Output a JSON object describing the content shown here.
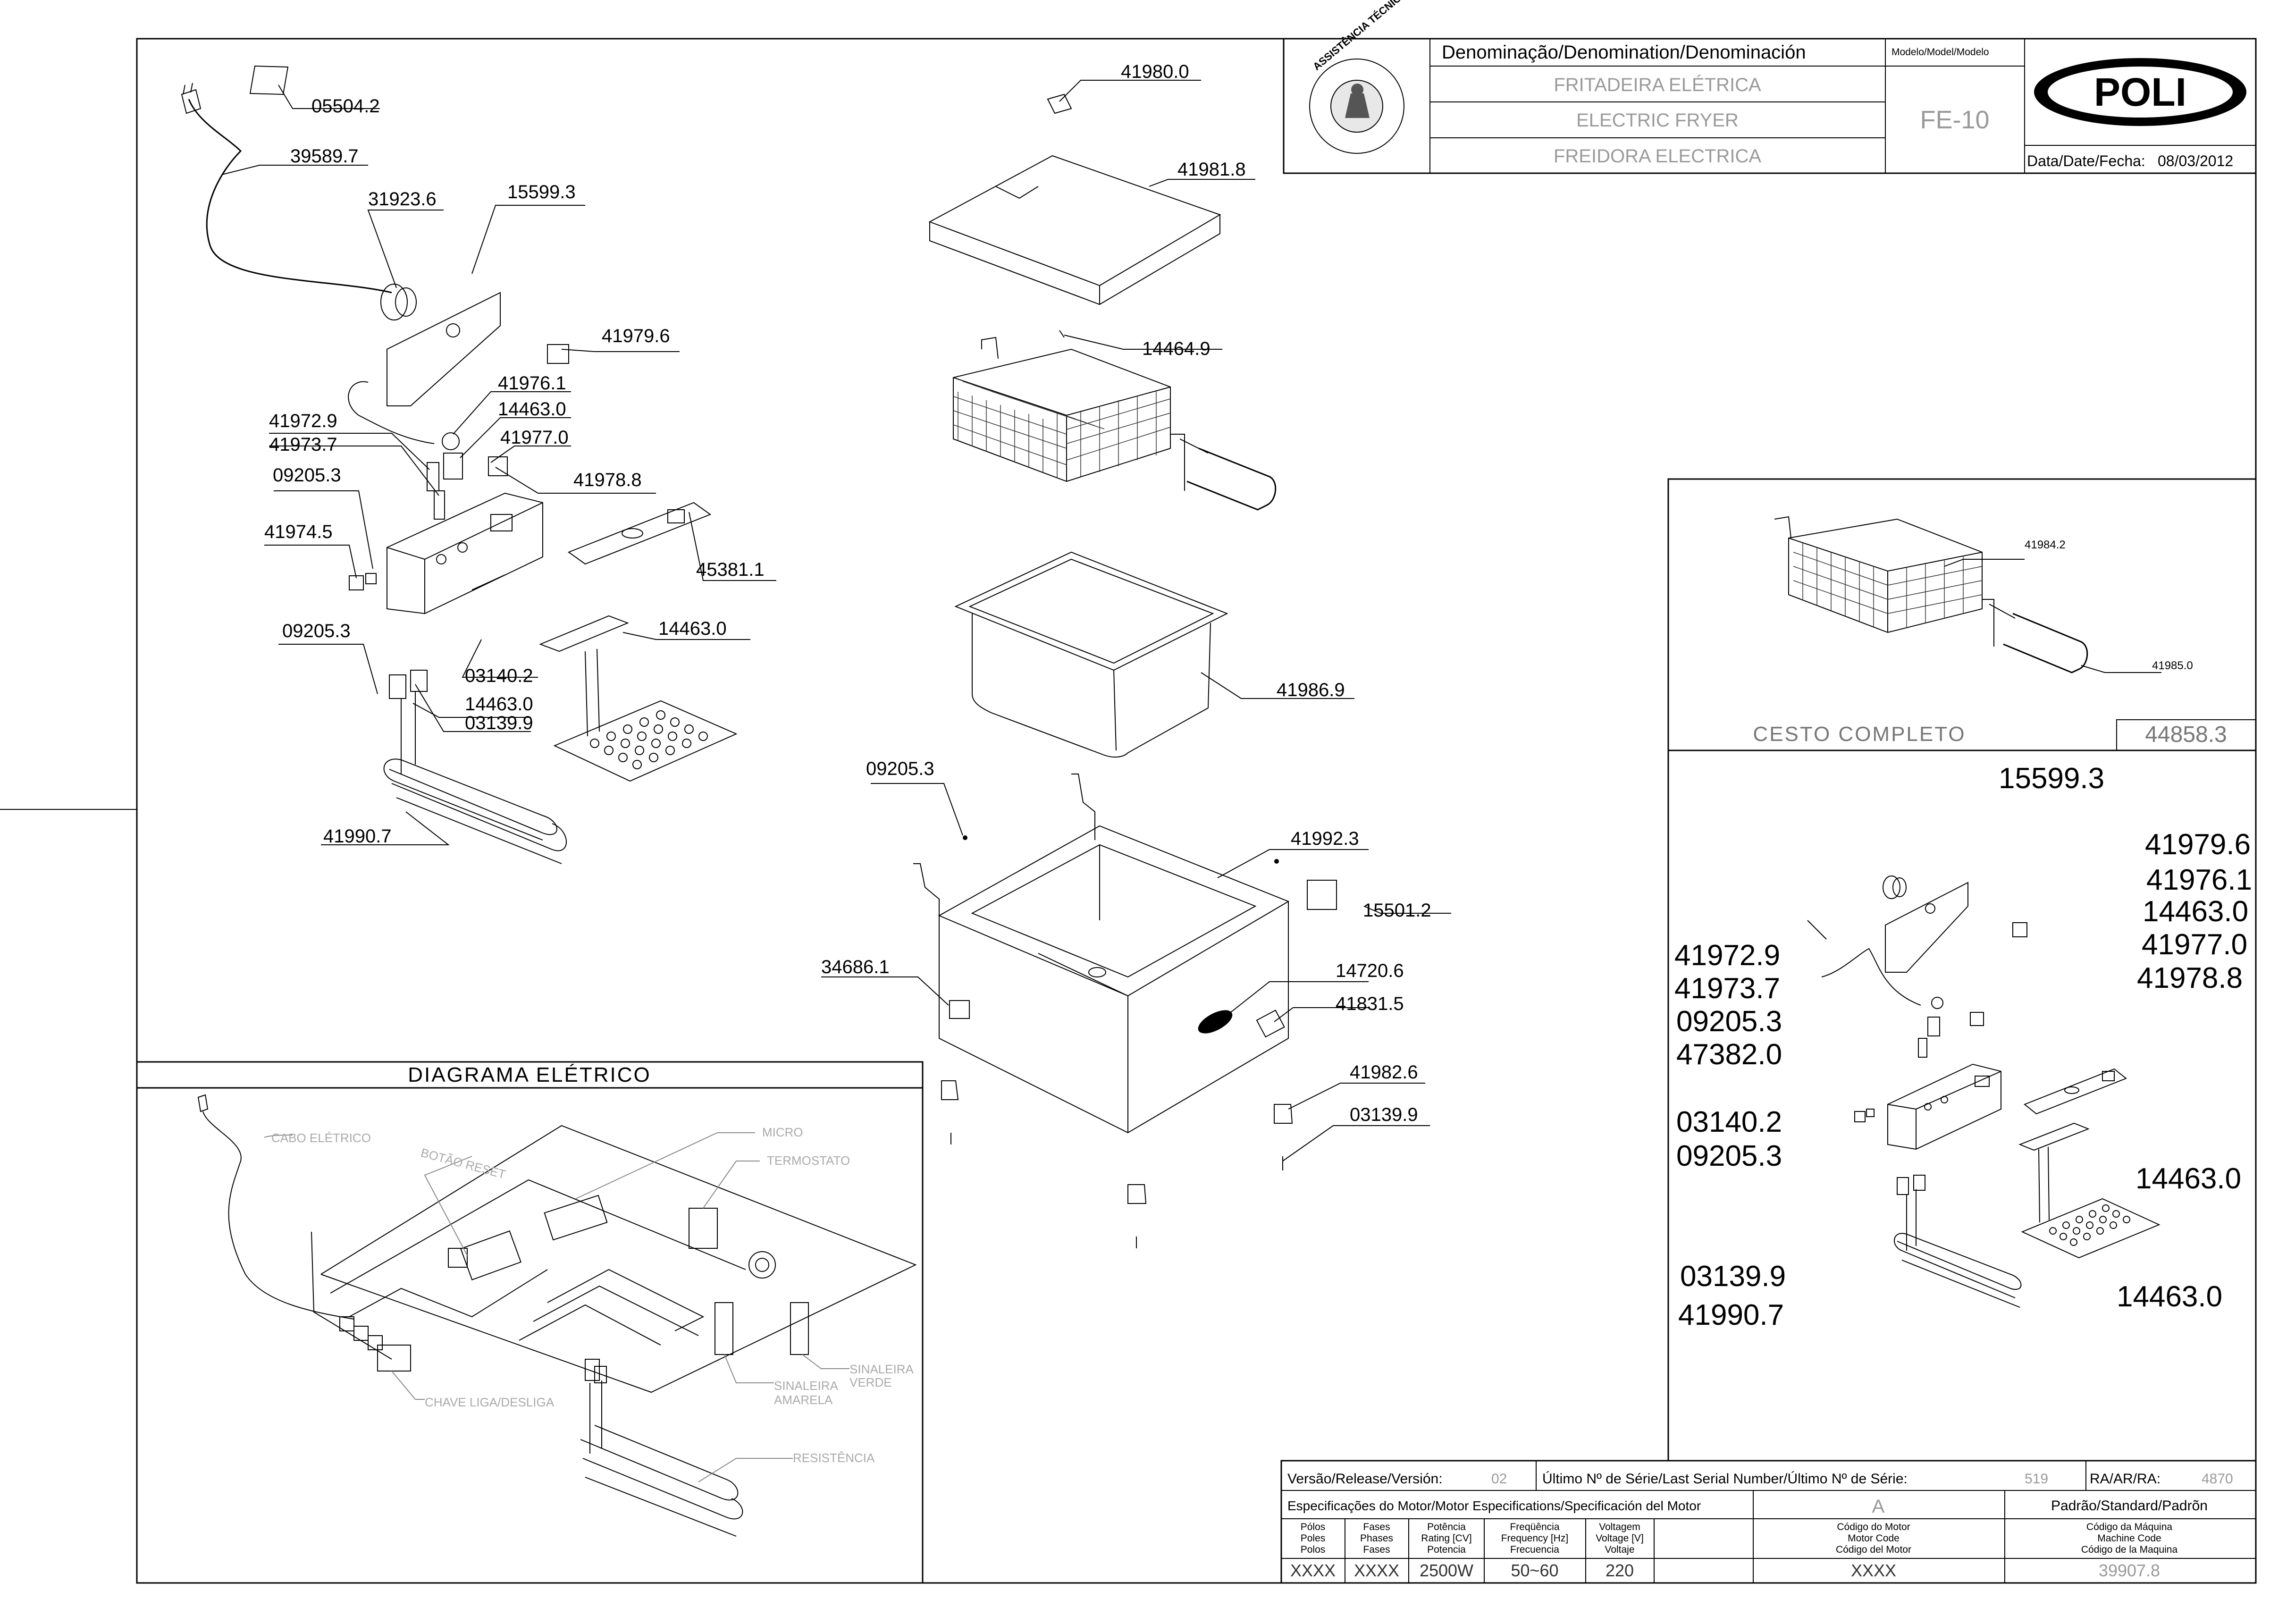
{
  "title_block": {
    "denomination_header": "Denominação/Denomination/Denominación",
    "model_header": "Modelo/Model/Modelo",
    "name_pt": "FRITADEIRA ELÉTRICA",
    "name_en": "ELECTRIC FRYER",
    "name_es": "FREIDORA ELECTRICA",
    "model": "FE-10",
    "brand": "POLI",
    "date_label": "Data/Date/Fecha:",
    "date": "08/03/2012",
    "seal_text": "ASSISTÊNCIA TÉCNICA AUTORIZADA"
  },
  "parts_left": [
    {
      "id": "p1",
      "label": "05504.2"
    },
    {
      "id": "p2",
      "label": "39589.7"
    },
    {
      "id": "p3",
      "label": "31923.6"
    },
    {
      "id": "p4",
      "label": "15599.3"
    },
    {
      "id": "p5",
      "label": "41979.6"
    },
    {
      "id": "p6",
      "label": "41976.1"
    },
    {
      "id": "p7",
      "label": "14463.0"
    },
    {
      "id": "p8",
      "label": "41977.0"
    },
    {
      "id": "p9",
      "label": "41972.9"
    },
    {
      "id": "p10",
      "label": "41973.7"
    },
    {
      "id": "p11",
      "label": "41978.8"
    },
    {
      "id": "p12",
      "label": "09205.3"
    },
    {
      "id": "p13",
      "label": "41974.5"
    },
    {
      "id": "p14",
      "label": "45381.1"
    },
    {
      "id": "p15",
      "label": "09205.3"
    },
    {
      "id": "p16",
      "label": "14463.0"
    },
    {
      "id": "p17",
      "label": "03140.2"
    },
    {
      "id": "p18",
      "label": "14463.0"
    },
    {
      "id": "p19",
      "label": "03139.9"
    },
    {
      "id": "p20",
      "label": "41990.7"
    }
  ],
  "parts_center": [
    {
      "id": "c1",
      "label": "41980.0"
    },
    {
      "id": "c2",
      "label": "41981.8"
    },
    {
      "id": "c3",
      "label": "14464.9"
    },
    {
      "id": "c4",
      "label": "41986.9"
    },
    {
      "id": "c5",
      "label": "09205.3"
    },
    {
      "id": "c6",
      "label": "41992.3"
    },
    {
      "id": "c7",
      "label": "15501.2"
    },
    {
      "id": "c8",
      "label": "34686.1"
    },
    {
      "id": "c9",
      "label": "14720.6"
    },
    {
      "id": "c10",
      "label": "41831.5"
    },
    {
      "id": "c11",
      "label": "41982.6"
    },
    {
      "id": "c12",
      "label": "03139.9"
    }
  ],
  "basket_panel": {
    "label_a": "41984.2",
    "label_b": "41985.0",
    "title": "CESTO COMPLETO",
    "code": "44858.3"
  },
  "exploded_panel": {
    "top": "15599.3",
    "right_list": [
      "41979.6",
      "41976.1",
      "14463.0",
      "41977.0",
      "41978.8"
    ],
    "left_list": [
      "41972.9",
      "41973.7",
      "09205.3",
      "47382.0"
    ],
    "left_list2": [
      "03140.2",
      "09205.3"
    ],
    "left_list3": [
      "03139.9",
      "41990.7"
    ],
    "right_a": "14463.0",
    "right_b": "14463.0"
  },
  "electrical": {
    "title": "DIAGRAMA ELÉTRICO",
    "labels": {
      "cabo": "CABO ELÉTRICO",
      "botao": "BOTÃO RESET",
      "micro": "MICRO",
      "termostato": "TERMOSTATO",
      "chave": "CHAVE LIGA/DESLIGA",
      "amarela1": "SINALEIRA",
      "amarela2": "AMARELA",
      "verde1": "SINALEIRA",
      "verde2": "VERDE",
      "resistencia": "RESISTÊNCIA"
    }
  },
  "spec_block": {
    "version_label": "Versão/Release/Versión:",
    "version": "02",
    "serial_label": "Último Nº de Série/Last Serial Number/Último Nº de Série:",
    "serial": "519",
    "ra_label": "RA/AR/RA:",
    "ra": "4870",
    "motor_label": "Especificações do Motor/Motor Especifications/Specificación del Motor",
    "motor_class": "A",
    "standard_label": "Padrão/Standard/Padrõn",
    "columns": [
      {
        "h1": "Pólos",
        "h2": "Poles",
        "h3": "Polos",
        "value": "XXXX"
      },
      {
        "h1": "Fases",
        "h2": "Phases",
        "h3": "Fases",
        "value": "XXXX"
      },
      {
        "h1": "Potência",
        "h2": "Rating [CV]",
        "h3": "Potencia",
        "value": "2500W"
      },
      {
        "h1": "Freqüência",
        "h2": "Frequency [Hz]",
        "h3": "Frecuencia",
        "value": "50~60"
      },
      {
        "h1": "Voltagem",
        "h2": "Voltage [V]",
        "h3": "Voltaje",
        "value": "220"
      },
      {
        "h1": "Código do Motor",
        "h2": "Motor Code",
        "h3": "Código del Motor",
        "value": "XXXX"
      },
      {
        "h1": "Código da Máquina",
        "h2": "Machine Code",
        "h3": "Código de la Maquina",
        "value": "39907.8"
      }
    ]
  }
}
